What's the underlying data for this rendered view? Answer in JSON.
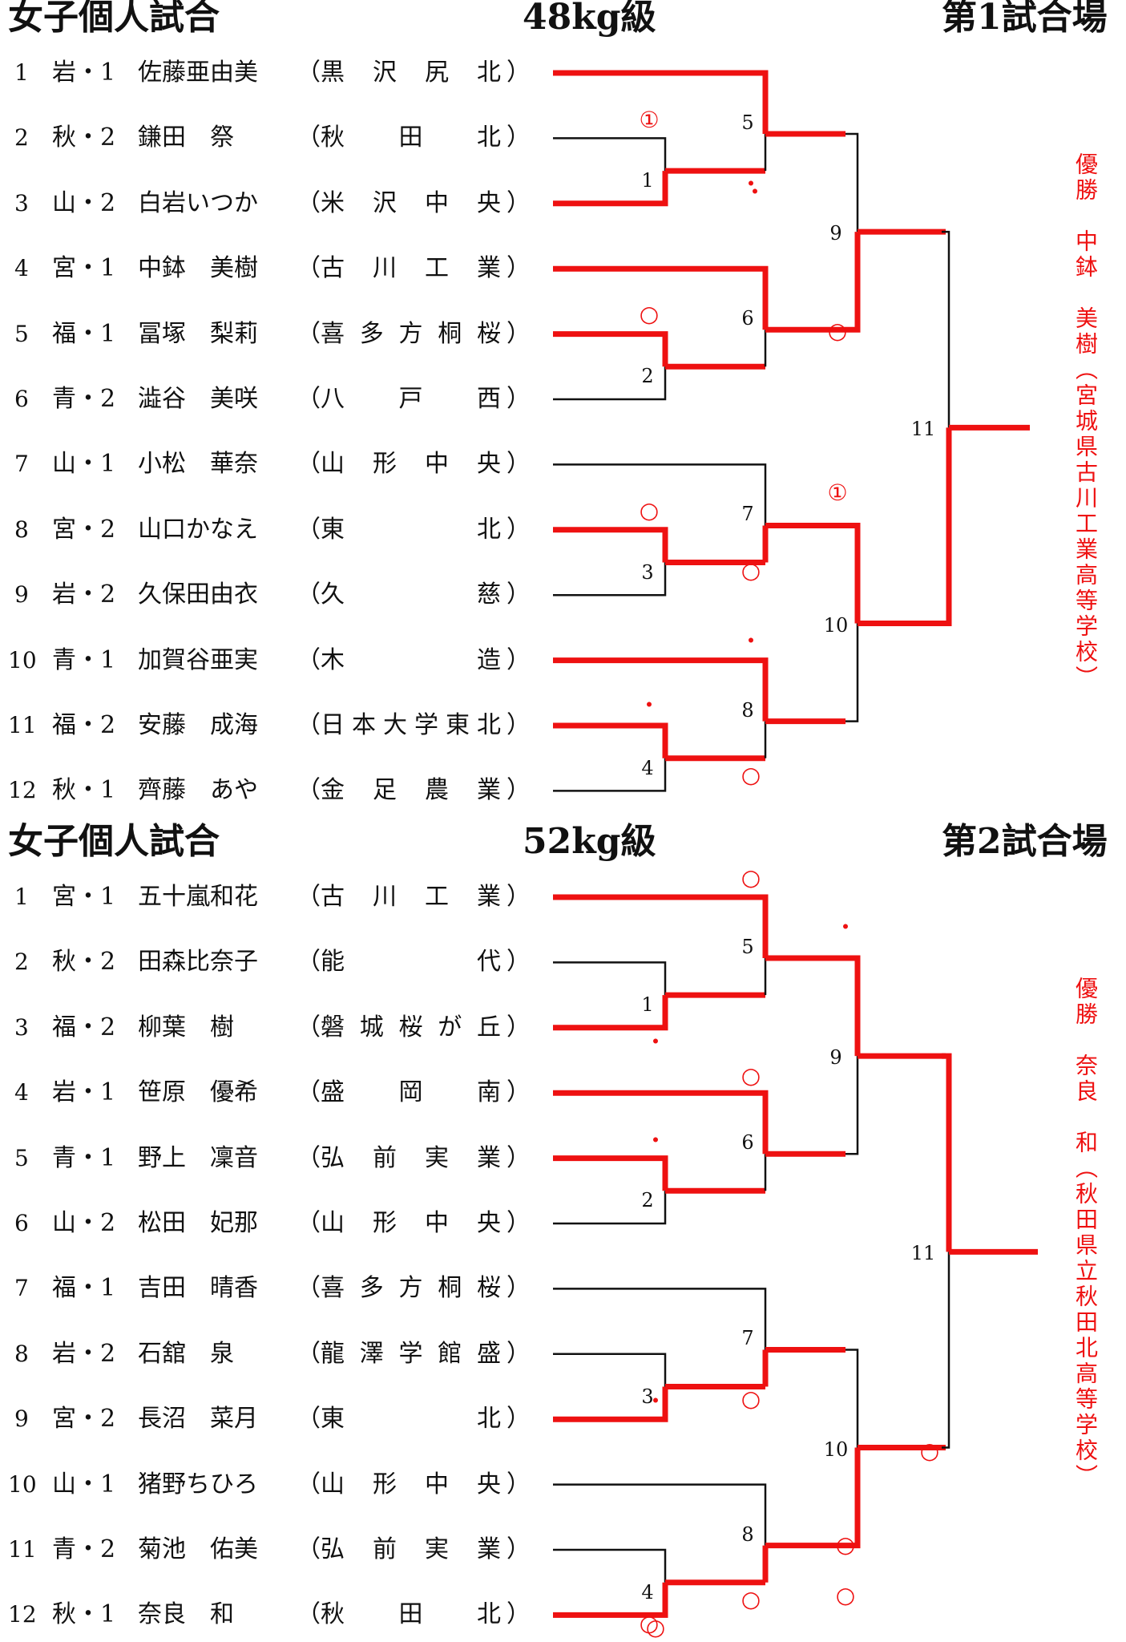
{
  "brackets": [
    {
      "title": "女子個人試合",
      "weight": "48kg級",
      "venue": "第1試合場",
      "competitors": [
        {
          "no": "1",
          "pref": "岩・1",
          "name": "佐藤亜由美",
          "school": "黒沢尻北"
        },
        {
          "no": "2",
          "pref": "秋・2",
          "name": "鎌田　祭",
          "school": "秋田北"
        },
        {
          "no": "3",
          "pref": "山・2",
          "name": "白岩いつか",
          "school": "米沢中央"
        },
        {
          "no": "4",
          "pref": "宮・1",
          "name": "中鉢　美樹",
          "school": "古川工業"
        },
        {
          "no": "5",
          "pref": "福・1",
          "name": "冨塚　梨莉",
          "school": "喜多方桐桜"
        },
        {
          "no": "6",
          "pref": "青・2",
          "name": "澁谷　美咲",
          "school": "八戸西"
        },
        {
          "no": "7",
          "pref": "山・1",
          "name": "小松　華奈",
          "school": "山形中央"
        },
        {
          "no": "8",
          "pref": "宮・2",
          "name": "山口かなえ",
          "school": "東北"
        },
        {
          "no": "9",
          "pref": "岩・2",
          "name": "久保田由衣",
          "school": "久慈"
        },
        {
          "no": "10",
          "pref": "青・1",
          "name": "加賀谷亜実",
          "school": "木造"
        },
        {
          "no": "11",
          "pref": "福・2",
          "name": "安藤　成海",
          "school": "日本大学東北"
        },
        {
          "no": "12",
          "pref": "秋・1",
          "name": "齊藤　あや",
          "school": "金足農業"
        }
      ],
      "match_labels": [
        "1",
        "2",
        "3",
        "4",
        "5",
        "6",
        "7",
        "8",
        "9",
        "10",
        "11"
      ],
      "score_marks": [
        "①",
        "・",
        "・",
        "○",
        "○",
        "○",
        "○",
        "①",
        "・",
        "・",
        "○"
      ],
      "champion_heading": "優勝",
      "champion_name": "中鉢　美樹",
      "champion_school": "（宮城県古川工業高等学校）"
    },
    {
      "title": "女子個人試合",
      "weight": "52kg級",
      "venue": "第2試合場",
      "competitors": [
        {
          "no": "1",
          "pref": "宮・1",
          "name": "五十嵐和花",
          "school": "古川工業"
        },
        {
          "no": "2",
          "pref": "秋・2",
          "name": "田森比奈子",
          "school": "能代"
        },
        {
          "no": "3",
          "pref": "福・2",
          "name": "柳葉　樹",
          "school": "磐城桜が丘"
        },
        {
          "no": "4",
          "pref": "岩・1",
          "name": "笹原　優希",
          "school": "盛岡南"
        },
        {
          "no": "5",
          "pref": "青・1",
          "name": "野上　凜音",
          "school": "弘前実業"
        },
        {
          "no": "6",
          "pref": "山・2",
          "name": "松田　妃那",
          "school": "山形中央"
        },
        {
          "no": "7",
          "pref": "福・1",
          "name": "吉田　晴香",
          "school": "喜多方桐桜"
        },
        {
          "no": "8",
          "pref": "岩・2",
          "name": "石舘　泉",
          "school": "龍澤学館盛"
        },
        {
          "no": "9",
          "pref": "宮・2",
          "name": "長沼　菜月",
          "school": "東北"
        },
        {
          "no": "10",
          "pref": "山・1",
          "name": "猪野ちひろ",
          "school": "山形中央"
        },
        {
          "no": "11",
          "pref": "青・2",
          "name": "菊池　佑美",
          "school": "弘前実業"
        },
        {
          "no": "12",
          "pref": "秋・1",
          "name": "奈良　和",
          "school": "秋田北"
        }
      ],
      "match_labels": [
        "1",
        "2",
        "3",
        "4",
        "5",
        "6",
        "7",
        "8",
        "9",
        "10",
        "11"
      ],
      "score_marks": [
        "○",
        "・",
        "・",
        "○",
        "・",
        "○",
        "・",
        "○",
        "○",
        "○",
        "○",
        "○",
        "○"
      ],
      "champion_heading": "優勝",
      "champion_name": "奈良　和",
      "champion_school": "（秋田県立秋田北高等学校）"
    }
  ],
  "colors": {
    "winner": "#ee1111",
    "line": "#111111"
  }
}
